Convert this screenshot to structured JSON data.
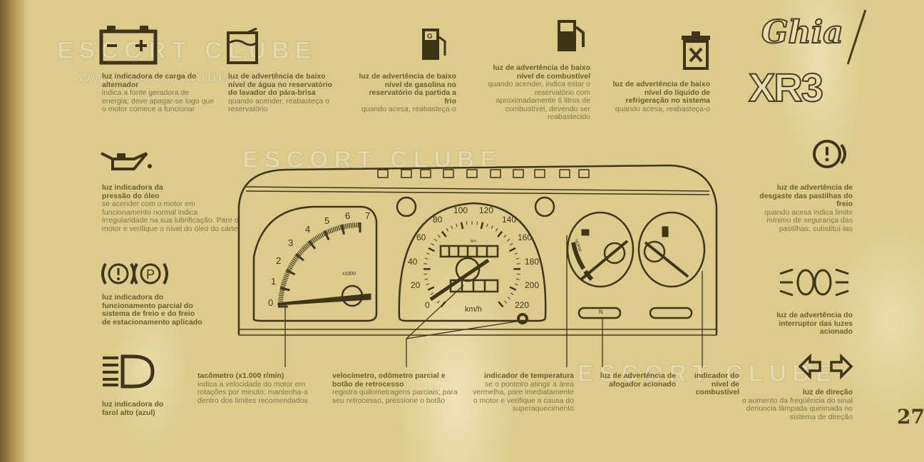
{
  "watermark": {
    "brand": "ESCORT CLUBE",
    "url": "www.escortclube.com.br"
  },
  "logo": {
    "line1": "Ghia",
    "line2": "XR3"
  },
  "page_number": "27",
  "colors": {
    "paper": "#dccb8c",
    "ink": "#4a3e1e",
    "title_text": "#6e5e2e",
    "body_text": "#85764a"
  },
  "indicators": [
    {
      "icon": "battery-icon",
      "title": "luz indicadora de carga do alternador",
      "desc": "indica a fonte geradora de energia; deve apagar-se logo que o motor comece a funcionar"
    },
    {
      "icon": "washer-fluid-icon",
      "title": "luz de advertência de baixo nível de água no reservatório do lavador do pára-brisa",
      "desc": "quando acender, reabasteça o reservatório"
    },
    {
      "icon": "cold-start-fuel-icon",
      "title": "luz de advertência de baixo nível de gasolina no reservatório da partida a frio",
      "desc": "quando acesa, reabasteça-o"
    },
    {
      "icon": "fuel-pump-icon",
      "title": "luz de advertência de baixo nível de combustível",
      "desc": "quando acender, indica estar o reservatório com aproximadamente 6 litros de combustível, devendo ser reabastecido"
    },
    {
      "icon": "coolant-icon",
      "title": "luz de advertência de baixo nível do líquido de refrigeração no sistema",
      "desc": "quando acesa, reabasteça-o"
    },
    {
      "icon": "oil-can-icon",
      "title": "luz indicadora da pressão do óleo",
      "desc": "se acender com o motor em funcionamento normal indica irregularidade na sua lubrificação. Pare o motor e verifique o nível do óleo do cárter"
    },
    {
      "icon": "brake-system-icon",
      "title": "luz indicadora do funcionamento parcial do sistema de freio e do freio de estacionamento aplicado",
      "desc": ""
    },
    {
      "icon": "high-beam-icon",
      "title": "luz indicadora do farol alto (azul)",
      "desc": ""
    },
    {
      "icon": "brake-pad-wear-icon",
      "title": "luz de advertência de desgaste das pastilhas do freio",
      "desc": "quando acesa indica limite mínimo de segurança das pastilhas; substituí-las"
    },
    {
      "icon": "lights-switch-icon",
      "title": "luz de advertência do interruptor das luzes acionado",
      "desc": ""
    },
    {
      "icon": "turn-signal-icon",
      "title": "luz de direção",
      "desc": "o aumento da freqüência do sinal denuncia lâmpada queimada no sistema de direção"
    }
  ],
  "callouts": [
    {
      "title": "tacômetro (x1.000 r/min)",
      "desc": "indica a velocidade do motor em rotações por minuto; mantenha-a dentro dos limites recomendados"
    },
    {
      "title": "velocímetro, odômetro parcial e botão de retrocesso",
      "desc": "registra quilometragens parciais; para seu retrocesso, pressione o botão"
    },
    {
      "title": "indicador de temperatura",
      "desc": "se o ponteiro atingir a área vermelha, pare imediatamente o motor e verifique a causa do superaquecimento"
    },
    {
      "title": "luz de advertência de afogador acionado",
      "desc": ""
    },
    {
      "title": "indicador do nível de combustível",
      "desc": ""
    }
  ],
  "dashboard": {
    "tach_labels": [
      "0",
      "1",
      "2",
      "3",
      "4",
      "5",
      "6",
      "7"
    ],
    "tach_unit": "x1000",
    "speedo_labels": [
      "0",
      "20",
      "40",
      "60",
      "80",
      "100",
      "120",
      "140",
      "160",
      "180",
      "200",
      "220"
    ],
    "speedo_unit": "km/h",
    "odo_unit": "km",
    "temp_scale": "NORM",
    "choke_lamp": "N"
  }
}
